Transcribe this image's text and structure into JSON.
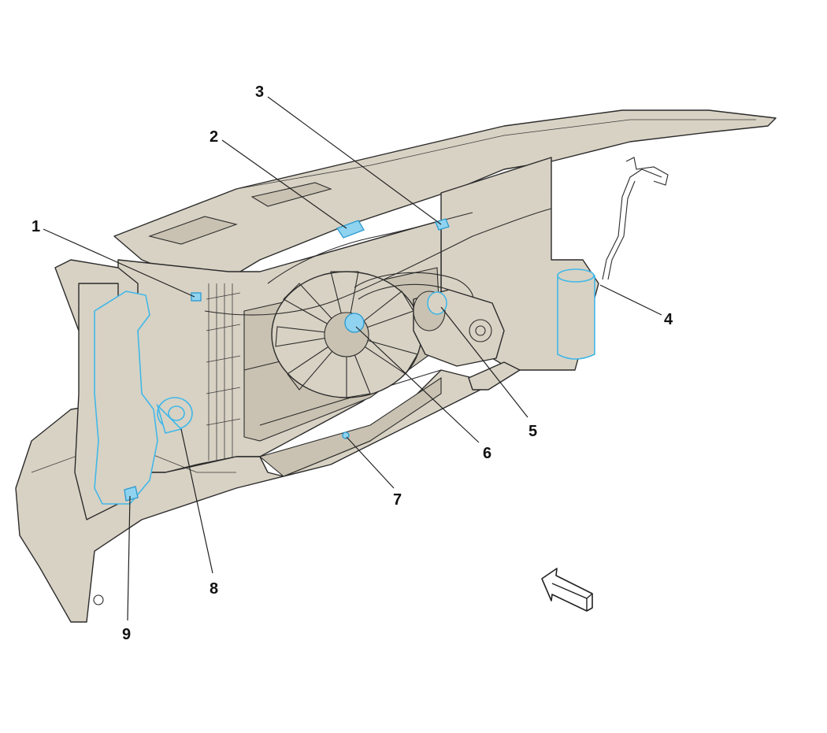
{
  "callouts": [
    {
      "id": "1",
      "label": "1"
    },
    {
      "id": "2",
      "label": "2"
    },
    {
      "id": "3",
      "label": "3"
    },
    {
      "id": "4",
      "label": "4"
    },
    {
      "id": "5",
      "label": "5"
    },
    {
      "id": "6",
      "label": "6"
    },
    {
      "id": "7",
      "label": "7"
    },
    {
      "id": "8",
      "label": "8"
    },
    {
      "id": "9",
      "label": "9"
    }
  ],
  "colors": {
    "body": "#d8d2c4",
    "outline": "#2b2b2b",
    "highlight": "#41b8e8",
    "background": "#ffffff"
  },
  "icons": {
    "direction_arrow": "front-direction-arrow-icon"
  }
}
